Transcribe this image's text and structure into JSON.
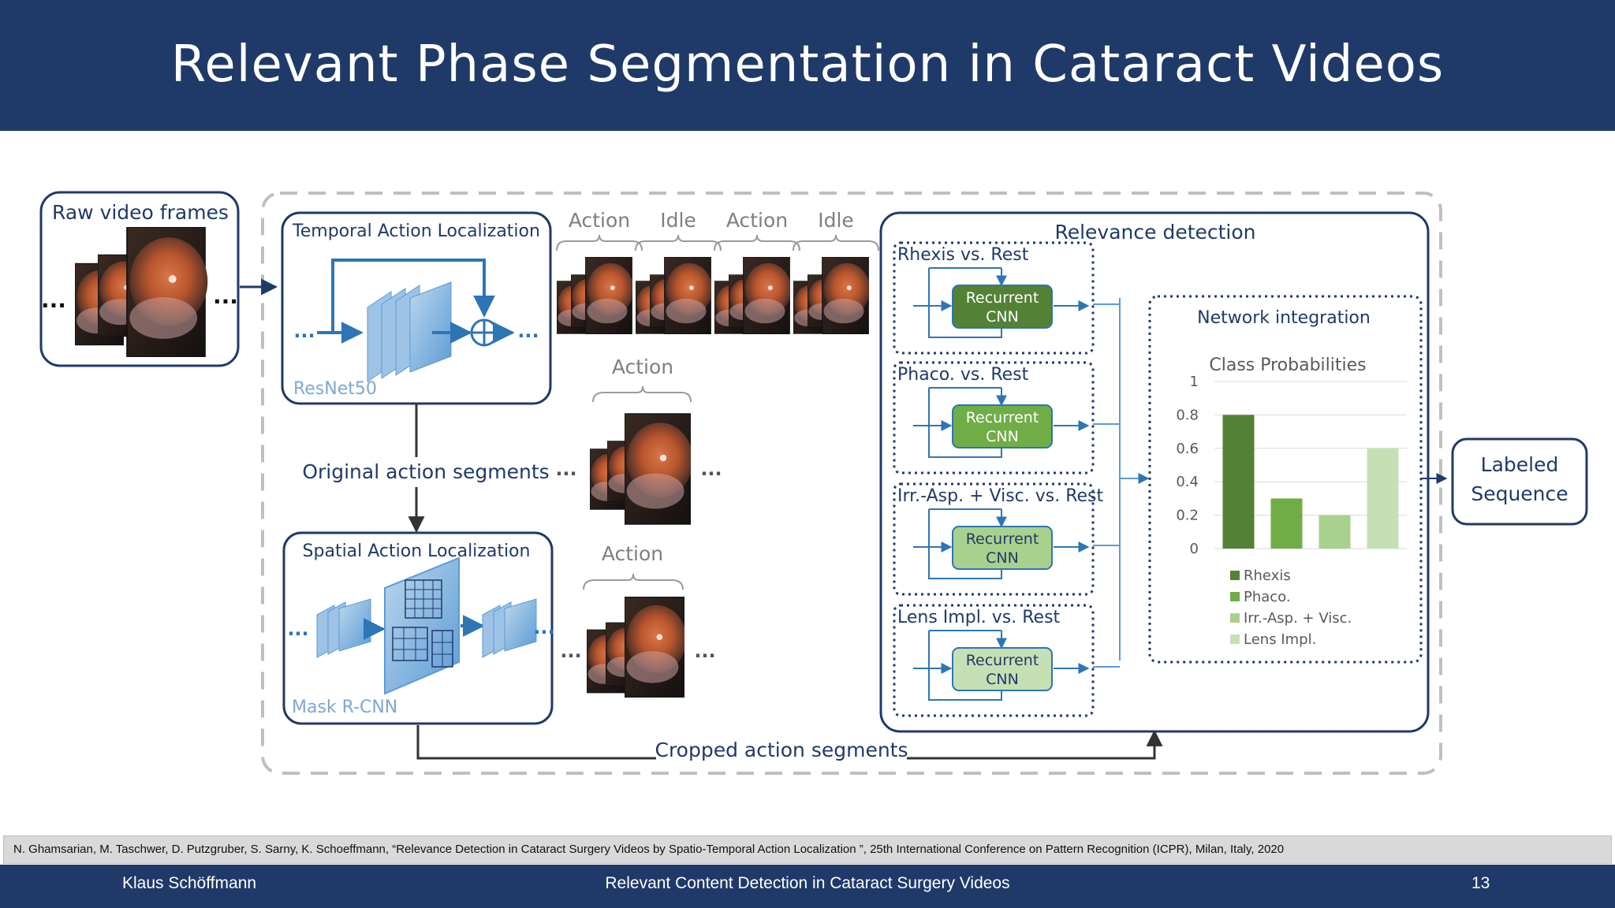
{
  "title": "Relevant Phase Segmentation in Cataract Videos",
  "diagram": {
    "raw_frames_label": "Raw video frames",
    "ellipsis": "...",
    "tal": {
      "title": "Temporal Action Localization",
      "backbone": "ResNet50"
    },
    "sal": {
      "title": "Spatial Action Localization",
      "backbone": "Mask R-CNN"
    },
    "segment_labels": [
      "Action",
      "Idle",
      "Action",
      "Idle"
    ],
    "mid_action_label": "Action",
    "lower_action_label": "Action",
    "original_segments_label": "Original action segments",
    "cropped_segments_label": "Cropped action segments",
    "relevance": {
      "title": "Relevance detection",
      "branches": [
        {
          "label": "Rhexis vs. Rest",
          "box_line1": "Recurrent",
          "box_line2": "CNN",
          "color": "#538135"
        },
        {
          "label": "Phaco. vs. Rest",
          "box_line1": "Recurrent",
          "box_line2": "CNN",
          "color": "#70ad47"
        },
        {
          "label": "Irr.-Asp. + Visc. vs. Rest",
          "box_line1": "Recurrent",
          "box_line2": "CNN",
          "color": "#a9d18e"
        },
        {
          "label": "Lens Impl. vs. Rest",
          "box_line1": "Recurrent",
          "box_line2": "CNN",
          "color": "#c5e0b4"
        }
      ],
      "network_integration_label": "Network integration"
    },
    "output_label_line1": "Labeled",
    "output_label_line2": "Sequence"
  },
  "chart_data": {
    "type": "bar",
    "title": "Class Probabilities",
    "categories": [
      "Rhexis",
      "Phaco.",
      "Irr.-Asp. + Visc.",
      "Lens Impl."
    ],
    "values": [
      0.8,
      0.3,
      0.2,
      0.6
    ],
    "colors": [
      "#538135",
      "#70ad47",
      "#a9d18e",
      "#c5e0b4"
    ],
    "ylim": [
      0,
      1
    ],
    "yticks": [
      "0",
      "0.2",
      "0.4",
      "0.6",
      "0.8",
      "1"
    ],
    "grid": true,
    "legend_position": "bottom"
  },
  "citation": "N. Ghamsarian, M. Taschwer, D. Putzgruber, S. Sarny, K. Schoeffmann, “Relevance Detection in Cataract Surgery Videos by Spatio-Temporal Action Localization ”, 25th International Conference on Pattern Recognition (ICPR), Milan, Italy, 2020",
  "footer": {
    "author": "Klaus Schöffmann",
    "talk_title": "Relevant Content Detection in Cataract Surgery Videos",
    "page_number": "13"
  }
}
